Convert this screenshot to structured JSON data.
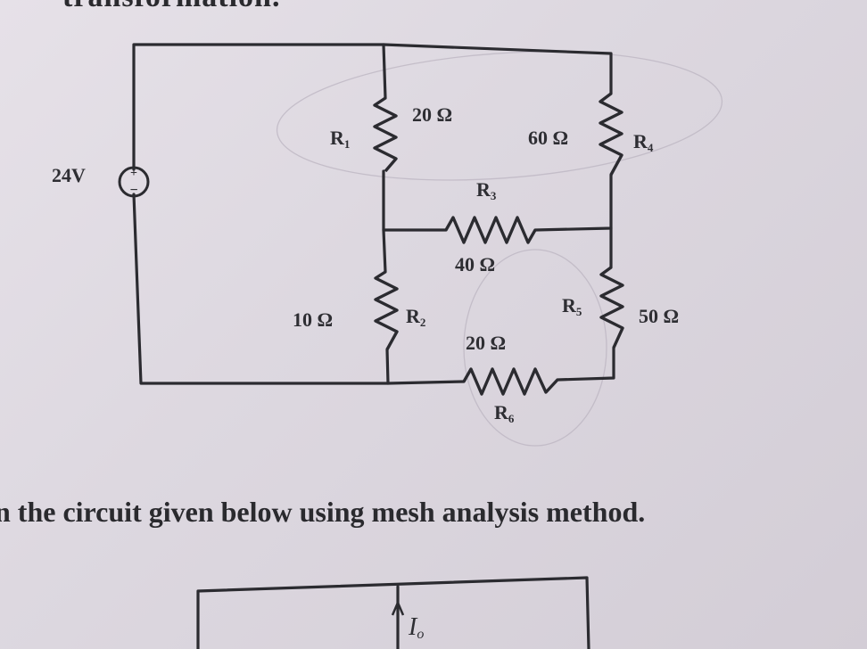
{
  "header_fragment": "transformation.",
  "instruction": "n the circuit given below using mesh analysis method.",
  "circuit": {
    "source": {
      "voltage": "24V",
      "plus": "+",
      "minus": "−"
    },
    "resistors": [
      {
        "name": "R",
        "sub": "1",
        "value": "20 Ω"
      },
      {
        "name": "R",
        "sub": "2",
        "value": "10 Ω"
      },
      {
        "name": "R",
        "sub": "3",
        "value": "40 Ω"
      },
      {
        "name": "R",
        "sub": "4",
        "value": "60 Ω"
      },
      {
        "name": "R",
        "sub": "5",
        "value": "50 Ω"
      },
      {
        "name": "R",
        "sub": "6",
        "value": "20 Ω"
      }
    ]
  },
  "next_figure": {
    "current_label": "I",
    "current_sub": "o"
  }
}
